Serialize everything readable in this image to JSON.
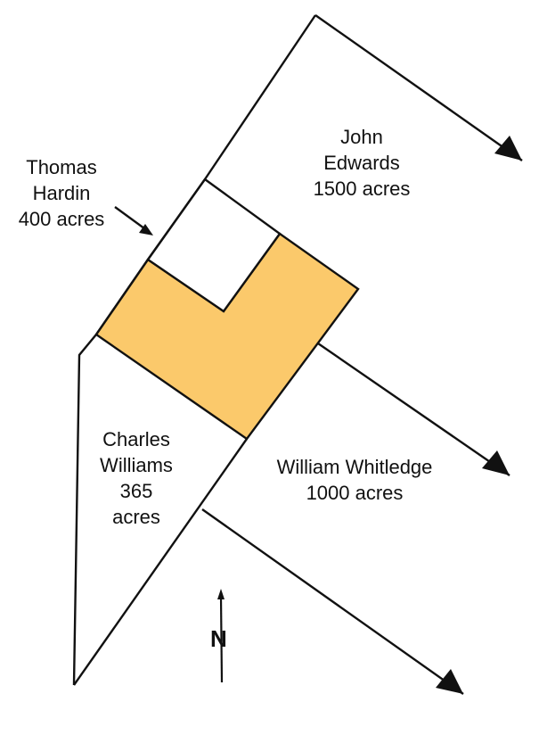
{
  "colors": {
    "line": "#111111",
    "highlight": "#fbc96b",
    "background": "#ffffff"
  },
  "parcels": {
    "john_edwards": {
      "name": [
        "John",
        "Edwards"
      ],
      "area": "1500 acres"
    },
    "thomas_hardin": {
      "name": [
        "Thomas",
        "Hardin"
      ],
      "area": "400 acres"
    },
    "charles_williams": {
      "name": [
        "Charles",
        "Williams"
      ],
      "area": [
        "365",
        "acres"
      ]
    },
    "william_whitledge": {
      "name": "William Whitledge",
      "area": "1000 acres"
    }
  },
  "compass": {
    "letter": "N",
    "icon": "north-arrow-icon"
  }
}
